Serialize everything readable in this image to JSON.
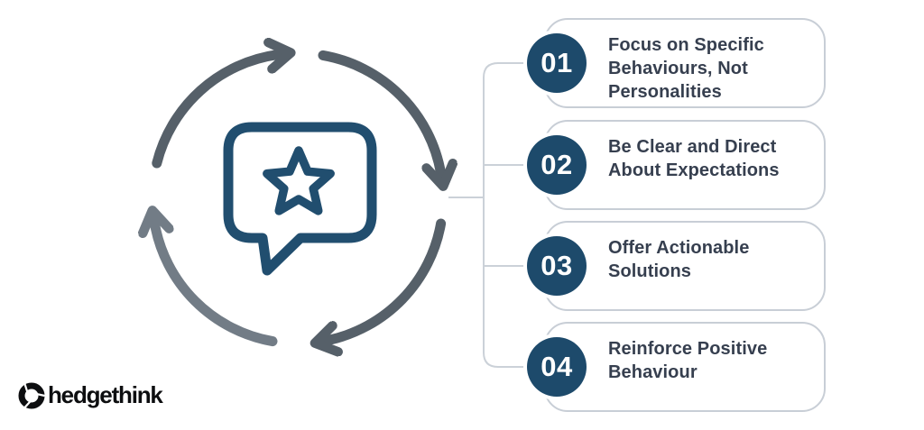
{
  "steps": [
    {
      "number": "01",
      "title": "Focus on Specific Behaviours, Not Personalities"
    },
    {
      "number": "02",
      "title": "Be Clear and Direct About Expectations"
    },
    {
      "number": "03",
      "title": "Offer Actionable Solutions"
    },
    {
      "number": "04",
      "title": "Reinforce Positive Behaviour"
    }
  ],
  "center_icon": {
    "name": "feedback-cycle",
    "icons": [
      "cycle-arrows-icon",
      "speech-bubble-icon",
      "star-icon"
    ]
  },
  "logo": {
    "text": "hedgethink",
    "icon": "shutter-icon"
  },
  "colors": {
    "navy_badge": "#1d4a6b",
    "navy_bubble": "#214e6f",
    "arrow_gray": "#566069",
    "arrow_gray_light": "#727c86",
    "connector_gray": "#cbd1d8",
    "card_border": "#c8ced6",
    "card_text": "#363f4f",
    "logo_black": "#0d0e10",
    "background": "#ffffff"
  }
}
